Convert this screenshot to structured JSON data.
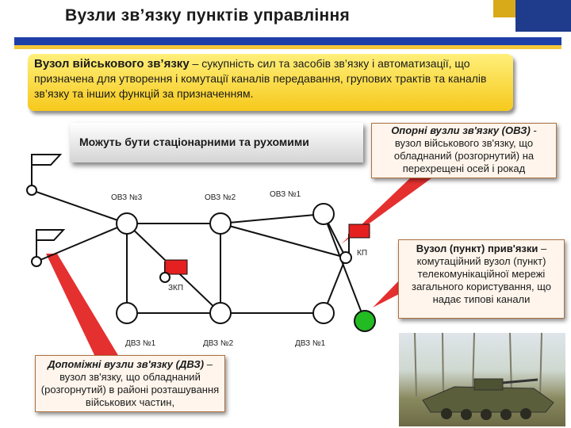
{
  "title": "Вузли зв’язку пунктів управління",
  "definition": {
    "term": "Вузол військового зв’язку",
    "text": " – сукупність сил та засобів зв’язку і автоматизації, що призначена для утворення і комутації каналів передавання, групових трактів та каналів зв’язку та інших функцій за призначенням."
  },
  "banner": "Можуть бути стаціонарними та рухомими",
  "ovz_callout": {
    "term": "Опорні вузли зв'язку (ОВЗ)",
    "text": " - вузол військового зв'язку, що обладнаний (розгорнутий) на перехрещені осей і рокад"
  },
  "privyazka_callout": {
    "term": "Вузол (пункт) прив'язки",
    "text": " – комутаційний вузол (пункт) телекомунікаційної мережі загального користування, що надає типові канали"
  },
  "dvz_callout": {
    "term": "Допоміжні вузли зв'язку (ДВЗ)",
    "text": " – вузол зв'язку, що обладнаний (розгорнутий) в районі розташування військових частин,"
  },
  "node_labels": {
    "ovz3": "ОВЗ №3",
    "ovz2": "ОВЗ №2",
    "ovz1": "ОВЗ №1",
    "kp": "КП",
    "zkp": "ЗКП",
    "dvz1_left": "ДВЗ №1",
    "dvz2": "ДВЗ №2",
    "dvz1_right": "ДВЗ №1"
  },
  "colors": {
    "accent_blue": "#1f3fa8",
    "accent_yellow": "#f6c91c",
    "flag_red": "#e52020",
    "node_green": "#22bb22",
    "callout_red": "#e53030"
  }
}
